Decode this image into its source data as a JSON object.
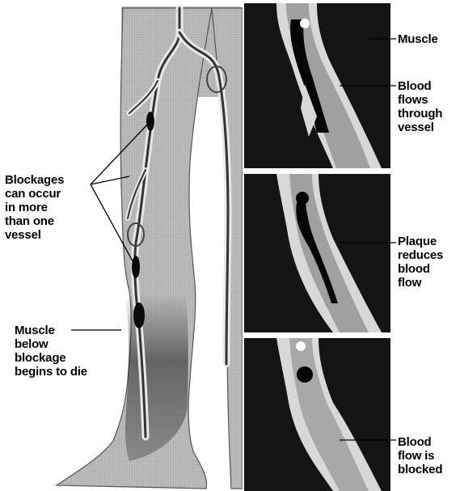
{
  "labels": {
    "blockages": [
      "Blockages",
      "can occur",
      "in more",
      "than one",
      "vessel"
    ],
    "muscle_below": [
      "Muscle",
      "below",
      "blockage",
      "begins to die"
    ],
    "panel1_muscle": "Muscle",
    "panel1_flow": [
      "Blood",
      "flows",
      "through",
      "vessel"
    ],
    "panel2_plaque": [
      "Plaque",
      "reduces",
      "blood",
      "flow"
    ],
    "panel3_blocked": [
      "Blood",
      "flow is",
      "blocked"
    ]
  },
  "colors": {
    "leg": "#b9b9b9",
    "panel_bg": "#161616",
    "vessel_wall": "#d8d8d8",
    "blood": "#050505"
  }
}
